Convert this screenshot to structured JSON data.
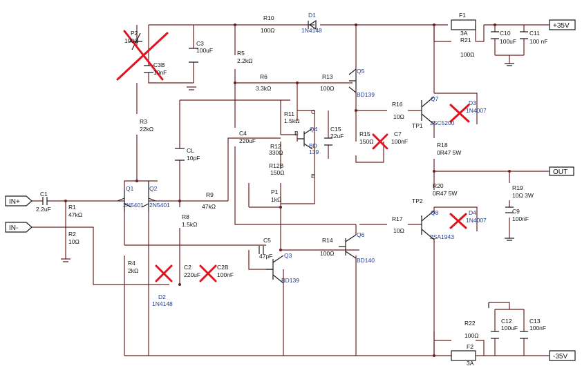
{
  "ports": {
    "vplus": "+35V",
    "vminus": "-35V",
    "out": "OUT",
    "in_plus": "IN+",
    "in_minus": "IN-"
  },
  "comp": {
    "P2": "P2",
    "P2v": "100Ω",
    "C3": "C3",
    "C3v": "100uF",
    "C3B": "C3B",
    "C3Bv": "10nF",
    "R10": "R10",
    "R10v": "100Ω",
    "D1": "D1",
    "D1v": "1N4148",
    "F1": "F1",
    "F1v": "3A",
    "R21": "R21",
    "R21v": "100Ω",
    "C10": "C10",
    "C10v": "100uF",
    "C11": "C11",
    "C11v": "100 nF",
    "R5": "R5",
    "R5v": "2.2kΩ",
    "R6": "R6",
    "R6v": "3.3kΩ",
    "R13": "R13",
    "R13v": "100Ω",
    "Q5": "Q5",
    "Q5v": "BD139",
    "R16": "R16",
    "R16v": "10Ω",
    "Q7": "Q7",
    "Q7v": "2SC5200",
    "D3": "D3",
    "D3v": "1N4007",
    "TP1": "TP1",
    "R3": "R3",
    "R3v": "22kΩ",
    "R11": "R11",
    "R11v": "1.5kΩ",
    "Cn": "C",
    "Bn": "B",
    "En": "E",
    "Q4": "Q4",
    "Q4v": "BD",
    "Q4v2": "139",
    "C15": "C15",
    "C15v": "22uF",
    "C4": "C4",
    "C4v": "220uF",
    "R15": "R15",
    "R15v": "150Ω",
    "C7": "C7",
    "C7v": "100nF",
    "R18": "R18",
    "R18v": "0R47 5W",
    "CL": "CL",
    "CLv": "10pF",
    "R12": "R12",
    "R12v": "330Ω",
    "R12B": "R12B",
    "R12Bv": "150Ω",
    "C1": "C1",
    "C1v": "2.2uF",
    "R1": "R1",
    "R1v": "47kΩ",
    "Q1": "Q1",
    "Q2": "Q2",
    "Q1v": "2N5401",
    "Q2v": "2N5401",
    "R9": "R9",
    "R9v": "47kΩ",
    "P1": "P1",
    "P1v": "1kΩ",
    "R20": "R20",
    "R20v": "0R47 5W",
    "R19": "R19",
    "R19v": "10Ω 3W",
    "TP2": "TP2",
    "R8": "R8",
    "R8v": "1.5kΩ",
    "R17": "R17",
    "R17v": "10Ω",
    "Q8": "Q8",
    "Q8v": "2SA1943",
    "D4": "D4",
    "D4v": "1N4007",
    "C9": "C9",
    "C9v": "100nF",
    "R2": "R2",
    "R2v": "10Ω",
    "C5": "C5",
    "C5v": "47pF",
    "R14": "R14",
    "R14v": "100Ω",
    "Q6": "Q6",
    "Q6v": "BD140",
    "Q3": "Q3",
    "Q3v": "BD139",
    "R4": "R4",
    "R4v": "2kΩ",
    "C2": "C2",
    "C2v": "220uF",
    "C2B": "C2B",
    "C2Bv": "100nF",
    "D2": "D2",
    "D2v": "1N4148",
    "R22": "R22",
    "R22v": "100Ω",
    "C12": "C12",
    "C12v": "100uF",
    "C13": "C13",
    "C13v": "100nF",
    "F2": "F2",
    "F2v": "3A"
  }
}
